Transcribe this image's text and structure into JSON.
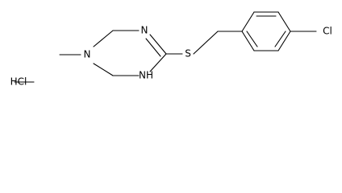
{
  "molecule": {
    "atoms": {
      "ring_nitrogen_top": "N",
      "ring_nitrogen_bottom": "NH",
      "sulfur": "S",
      "chlorine": "Cl",
      "hydrochloride": "HCl"
    }
  }
}
